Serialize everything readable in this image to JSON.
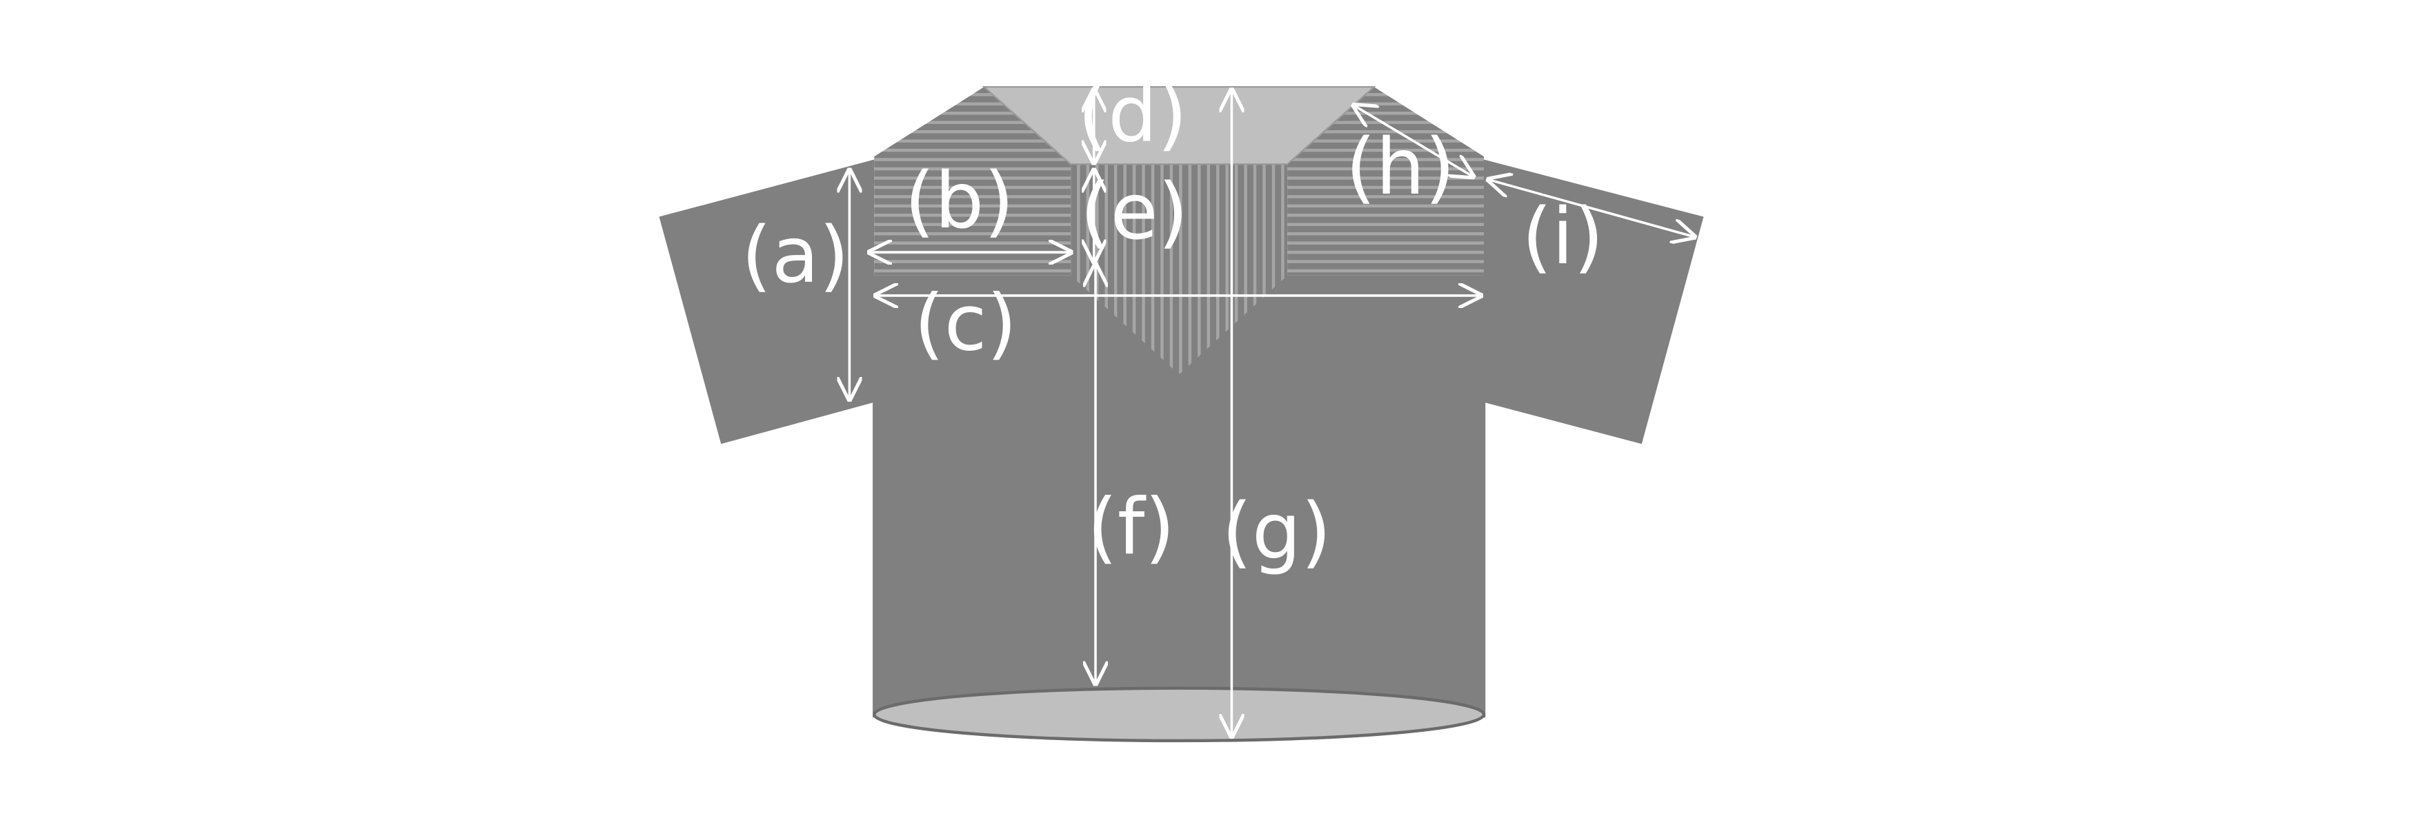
{
  "colors": {
    "garment": "#808080",
    "garment_light": "#bfbfbf",
    "stripe": "#a6a6a6",
    "outline": "#6b6b6b",
    "arrow": "#ffffff",
    "label": "#ffffff",
    "background": "#ffffff"
  },
  "labels": {
    "a": "(a)",
    "b": "(b)",
    "c": "(c)",
    "d": "(d)",
    "e": "(e)",
    "f": "(f)",
    "g": "(g)",
    "h": "(h)",
    "i": "(i)"
  }
}
